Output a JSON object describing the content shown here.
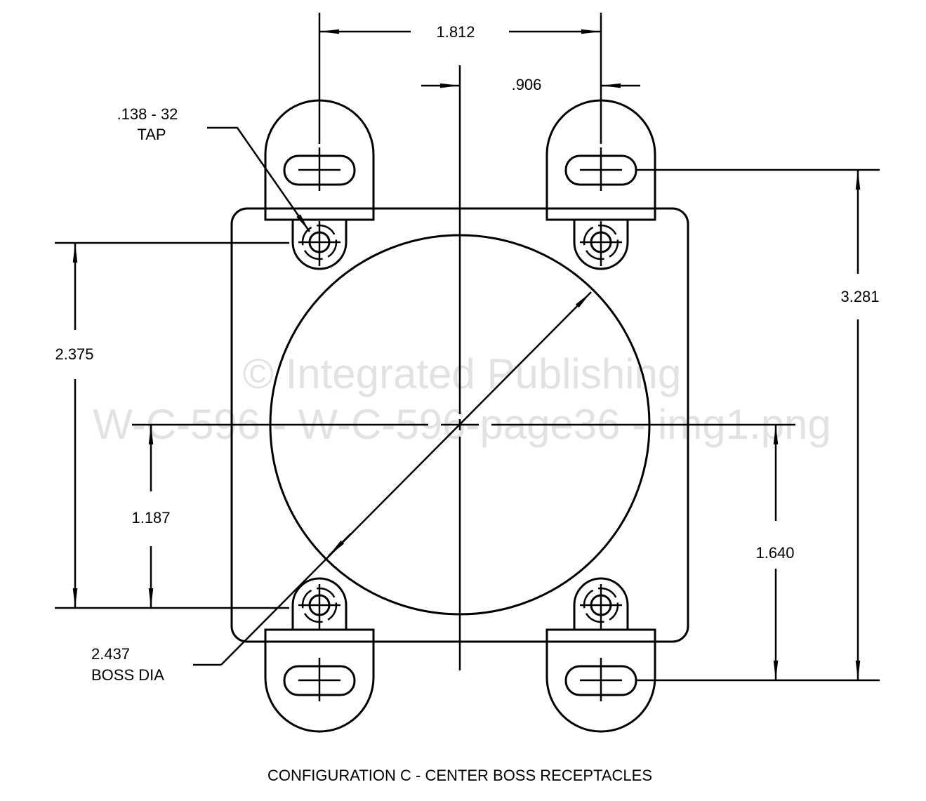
{
  "dimensions": {
    "top_width": "1.812",
    "half_width": ".906",
    "left_height": "2.375",
    "left_half": "1.187",
    "right_height": "3.281",
    "right_half": "1.640"
  },
  "callouts": {
    "tap_line1": ".138 - 32",
    "tap_line2": "TAP",
    "boss_line1": "2.437",
    "boss_line2": "BOSS DIA"
  },
  "watermark": {
    "line1": "© Integrated Publishing",
    "line2": "W-C-596 - W-C-596-page36 - img1.png"
  },
  "caption": "CONFIGURATION C - CENTER BOSS RECEPTACLES",
  "colors": {
    "line": "#000000",
    "watermark": "#e2e2e2"
  }
}
